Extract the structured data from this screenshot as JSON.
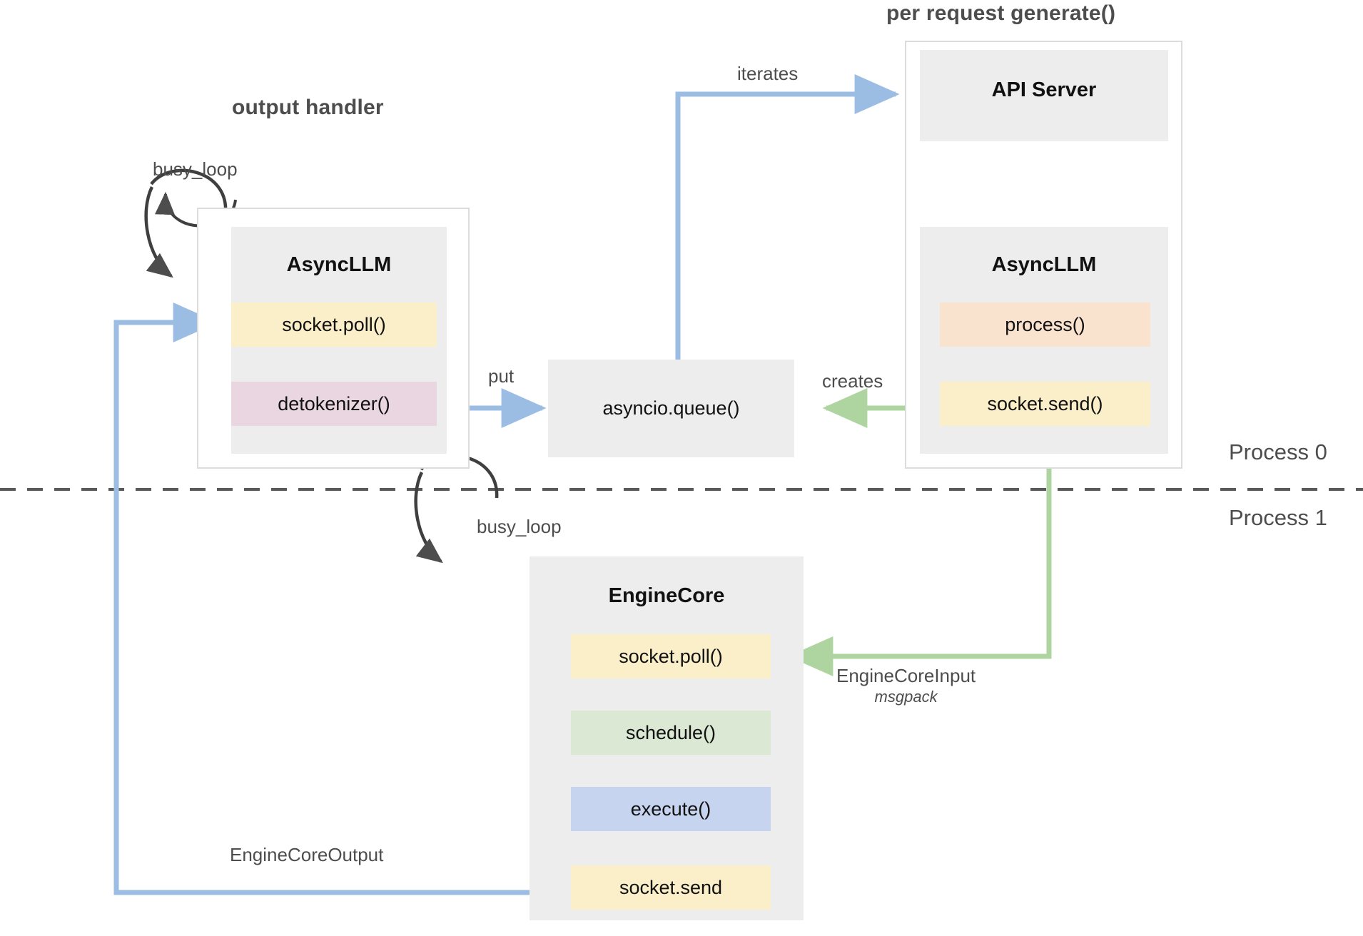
{
  "diagram": {
    "title_output_handler": "output handler",
    "title_per_request": "per request generate()",
    "process_top": "Process 0",
    "process_bottom": "Process 1"
  },
  "groups": {
    "output_handler": {
      "component_title": "AsyncLLM",
      "rows": [
        {
          "label": "socket.poll()",
          "color": "#faefc8"
        },
        {
          "label": "detokenizer()",
          "color": "#e9d6e1"
        }
      ],
      "loop_label": "busy_loop"
    },
    "per_request": {
      "api_server_title": "API Server",
      "component_title": "AsyncLLM",
      "rows": [
        {
          "label": "process()",
          "color": "#f9e3cf"
        },
        {
          "label": "socket.send()",
          "color": "#faefc8"
        }
      ]
    },
    "engine_core": {
      "component_title": "EngineCore",
      "loop_label": "busy_loop",
      "rows": [
        {
          "label": "socket.poll()",
          "color": "#faefc8"
        },
        {
          "label": "schedule()",
          "color": "#dbe8d3"
        },
        {
          "label": "execute()",
          "color": "#c6d4f0"
        },
        {
          "label": "socket.send",
          "color": "#faefc8"
        }
      ]
    }
  },
  "queue": {
    "label": "asyncio.queue()"
  },
  "edges": {
    "iterates": "iterates",
    "put": "put",
    "creates": "creates",
    "engine_core_input": "EngineCoreInput",
    "engine_core_input_sub": "msgpack",
    "engine_core_output": "EngineCoreOutput"
  },
  "colors": {
    "blue_arrow": "#9cbde3",
    "green_arrow": "#aed4a0",
    "dark_arrow": "#4d4d4d",
    "box_gray": "#ededed",
    "outer_border": "#dcdcdc",
    "divider": "#595959"
  }
}
